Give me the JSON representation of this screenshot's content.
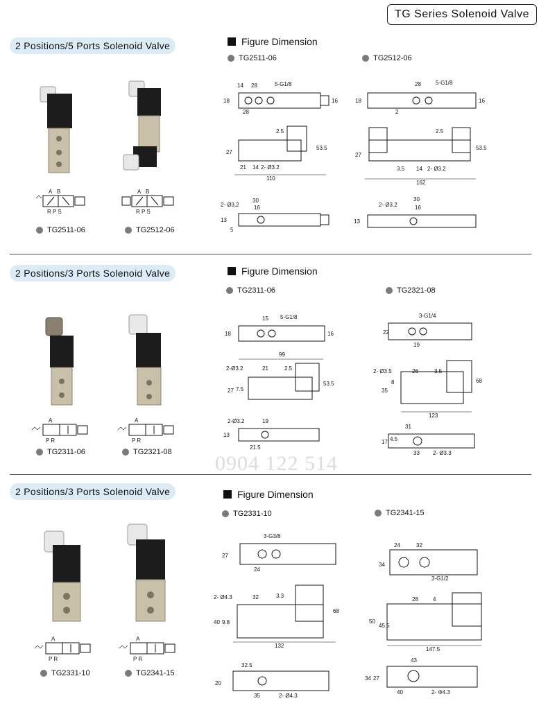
{
  "header": {
    "title": "TG Series Solenoid Valve"
  },
  "sections": [
    {
      "title": "2 Positions/5 Ports Solenoid Valve",
      "figure_title": "Figure Dimension",
      "models": [
        "TG2511-06",
        "TG2512-06"
      ],
      "dims_a": {
        "top": [
          "14",
          "28",
          "5-G1/8",
          "18",
          "28",
          "16"
        ],
        "mid": [
          "2.5",
          "27",
          "53.5",
          "21",
          "14",
          "2- Ø3.2",
          "110"
        ],
        "bot": [
          "2- Ø3.2",
          "30",
          "16",
          "13",
          "5"
        ]
      },
      "dims_b": {
        "top": [
          "28",
          "5-G1/8",
          "18",
          "2",
          "16"
        ],
        "mid": [
          "2.5",
          "27",
          "53.5",
          "3.5",
          "14",
          "2- Ø3.2",
          "162"
        ],
        "bot": [
          "2- Ø3.2",
          "30",
          "16",
          "13"
        ]
      },
      "symbol_labels_a": [
        "A",
        "B",
        "R P S"
      ],
      "symbol_labels_b": [
        "A",
        "B",
        "R P S"
      ]
    },
    {
      "title": "2 Positions/3 Ports Solenoid Valve",
      "figure_title": "Figure Dimension",
      "models": [
        "TG2311-06",
        "TG2321-08"
      ],
      "dims_a": {
        "top": [
          "15",
          "5-G1/8",
          "18",
          "16"
        ],
        "mid": [
          "99",
          "2-Ø3.2",
          "21",
          "2.5",
          "27",
          "7.5",
          "53.5"
        ],
        "bot": [
          "2-Ø3.2",
          "19",
          "13",
          "21.5"
        ]
      },
      "dims_b": {
        "top": [
          "3-G1/4",
          "22",
          "19"
        ],
        "mid": [
          "2- Ø3.5",
          "26",
          "3.5",
          "35",
          "8",
          "68",
          "123"
        ],
        "bot": [
          "31",
          "17",
          "4.5",
          "33",
          "2- Ø3.3"
        ]
      },
      "symbol_labels_a": [
        "A",
        "P R"
      ],
      "symbol_labels_b": [
        "A",
        "P R"
      ]
    },
    {
      "title": "2 Positions/3 Ports Solenoid Valve",
      "figure_title": "Figure Dimension",
      "models": [
        "TG2331-10",
        "TG2341-15"
      ],
      "dims_a": {
        "top": [
          "3-G3/8",
          "27",
          "24"
        ],
        "mid": [
          "2- Ø4.3",
          "32",
          "3.3",
          "40",
          "9.8",
          "68",
          "132"
        ],
        "bot": [
          "32.5",
          "20",
          "35",
          "2- Ø4.3"
        ]
      },
      "dims_b": {
        "top": [
          "24",
          "32",
          "34",
          "3-G1/2"
        ],
        "mid": [
          "28",
          "4",
          "50",
          "45.5",
          "147.5"
        ],
        "bot": [
          "43",
          "34",
          "27",
          "40",
          "2- Φ4.3"
        ]
      },
      "symbol_labels_a": [
        "A",
        "P R"
      ],
      "symbol_labels_b": [
        "A",
        "P R"
      ]
    }
  ],
  "watermark": "0904 122 514"
}
